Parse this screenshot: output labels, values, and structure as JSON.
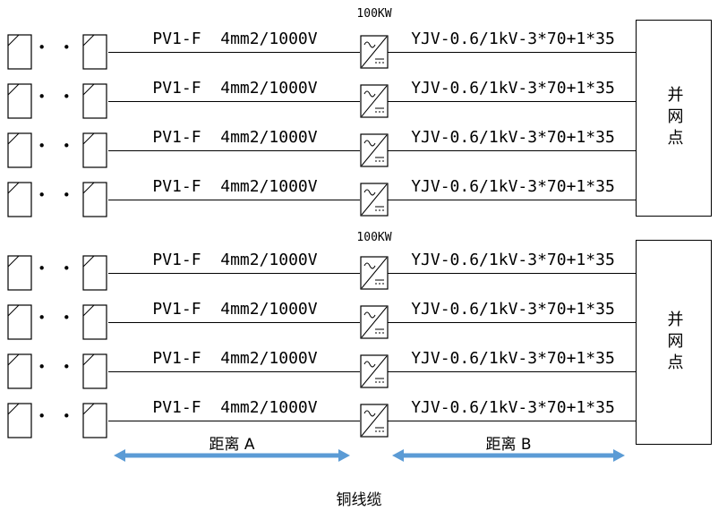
{
  "labels": {
    "pv_cable": "PV1-F  4mm2/1000V",
    "ac_cable": "YJV-0.6/1kV-3*70+1*35",
    "inverter_power": "100KW",
    "grid_point": "并网点",
    "distance_a": "距离 A",
    "distance_b": "距离 B",
    "copper_cable_note": "铜线缆",
    "panel_dots": "• •"
  },
  "colors": {
    "arrow": "#5b9bd5",
    "line": "#000000"
  }
}
